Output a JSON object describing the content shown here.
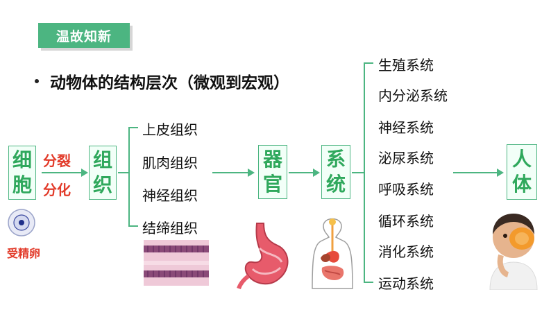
{
  "banner": {
    "title": "温故知新"
  },
  "heading": "动物体的结构层次（微观到宏观）",
  "levels": {
    "cell": [
      "细",
      "胞"
    ],
    "tissue": [
      "组",
      "织"
    ],
    "organ": [
      "器",
      "官"
    ],
    "system": [
      "系",
      "统"
    ],
    "body": [
      "人",
      "体"
    ]
  },
  "processes": {
    "divide": "分裂",
    "differentiate": "分化"
  },
  "egg_label": "受精卵",
  "tissues": [
    "上皮组织",
    "肌肉组织",
    "神经组织",
    "结缔组织"
  ],
  "systems": [
    "生殖系统",
    "内分泌系统",
    "神经系统",
    "泌尿系统",
    "呼吸系统",
    "循环系统",
    "消化系统",
    "运动系统"
  ],
  "colors": {
    "accent": "#4cb581",
    "red": "#e23b2a"
  }
}
